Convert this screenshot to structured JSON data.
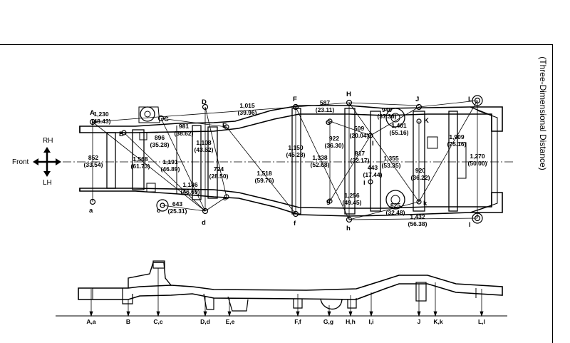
{
  "side_caption": "(Three-Dimensional Distance)",
  "direction": {
    "front": "Front",
    "rh": "RH",
    "lh": "LH"
  },
  "points_upper": {
    "A": "A",
    "B": "B",
    "C": "C",
    "D": "D",
    "E": "E",
    "F": "F",
    "G": "G",
    "H": "H",
    "I": "I",
    "J": "J",
    "K": "K",
    "L": "L",
    "a": "a",
    "c": "c",
    "d": "d",
    "e": "e",
    "f": "f",
    "g": "g",
    "h": "h",
    "i": "i",
    "k": "k",
    "l": "l"
  },
  "dimensions": [
    {
      "mm": "1,230",
      "in": "(48.43)"
    },
    {
      "mm": "1,015",
      "in": "(39.96)"
    },
    {
      "mm": "587",
      "in": "(23.11)"
    },
    {
      "mm": "949",
      "in": "(37.36)"
    },
    {
      "mm": "981",
      "in": "(38.62)"
    },
    {
      "mm": "896",
      "in": "(35.28)"
    },
    {
      "mm": "1,108",
      "in": "(43.62)"
    },
    {
      "mm": "922",
      "in": "(36.30)"
    },
    {
      "mm": "509",
      "in": "(20.04)"
    },
    {
      "mm": "1,401",
      "in": "(55.16)"
    },
    {
      "mm": "1,909",
      "in": "(75.16)"
    },
    {
      "mm": "852",
      "in": "(33.54)"
    },
    {
      "mm": "1,568",
      "in": "(61.73)"
    },
    {
      "mm": "1,191",
      "in": "(46.89)"
    },
    {
      "mm": "724",
      "in": "(28.50)"
    },
    {
      "mm": "1,150",
      "in": "(45.28)"
    },
    {
      "mm": "1,518",
      "in": "(59.76)"
    },
    {
      "mm": "1,338",
      "in": "(52.68)"
    },
    {
      "mm": "817",
      "in": "(32.17)"
    },
    {
      "mm": "1,355",
      "in": "(53.35)"
    },
    {
      "mm": "1,270",
      "in": "(50.00)"
    },
    {
      "mm": "443",
      "in": "(17.44)"
    },
    {
      "mm": "920",
      "in": "(36.22)"
    },
    {
      "mm": "1,186",
      "in": "(46.69)"
    },
    {
      "mm": "643",
      "in": "(25.31)"
    },
    {
      "mm": "1,256",
      "in": "(49.45)"
    },
    {
      "mm": "825",
      "in": "(32.48)"
    },
    {
      "mm": "1,432",
      "in": "(56.38)"
    }
  ],
  "side_points": [
    "A,a",
    "B",
    "C,c",
    "D,d",
    "E,e",
    "F,f",
    "G,g",
    "H,h",
    "I,i",
    "J",
    "K,k",
    "L,l"
  ]
}
